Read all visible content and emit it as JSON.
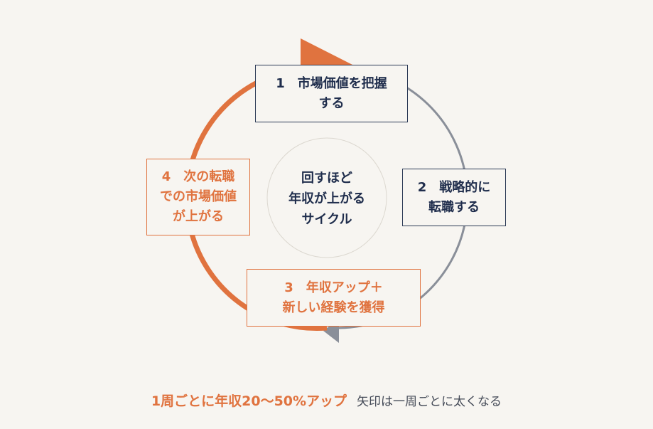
{
  "steps": [
    {
      "label": "1　市場価値を把握\nする",
      "color": "#1f2d4c"
    },
    {
      "label": "2　戦略的に\n転職する",
      "color": "#1f2d4c"
    },
    {
      "label": "3　年収アップ＋\n新しい経験を獲得",
      "color": "#e0733f"
    },
    {
      "label": "4　次の転職\nでの市場価値\nが上がる",
      "color": "#e0733f"
    }
  ],
  "center": {
    "label": "回すほど\n年収が上がる\nサイクル"
  },
  "footer": {
    "main": "1周ごとに年収20〜50%アップ",
    "note": "矢印は一周ごとに太くなる"
  },
  "colors": {
    "accent": "#e0733f",
    "navy": "#1f2d4c",
    "gray": "#8a8f99",
    "background": "#f7f5f1"
  }
}
